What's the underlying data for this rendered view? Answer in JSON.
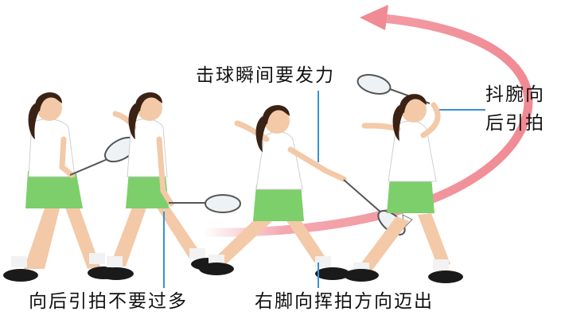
{
  "annotations": {
    "top": "击球瞬间要发力",
    "right_line1": "抖腕向",
    "right_line2": "后引拍",
    "bottom_left": "向后引拍不要过多",
    "bottom_right": "右脚向挥拍方向迈出"
  },
  "colors": {
    "arrow": "#f08a94",
    "pointer_line": "#3b8fd6",
    "shirt": "#ffffff",
    "shorts": "#7ccf6a",
    "hair": "#3a2214",
    "skin": "#f3c9a8",
    "shoe": "#1a1a1a",
    "sock": "#f2f2f2"
  },
  "figures": [
    "stance-1",
    "stance-2",
    "stance-3",
    "stance-4"
  ]
}
